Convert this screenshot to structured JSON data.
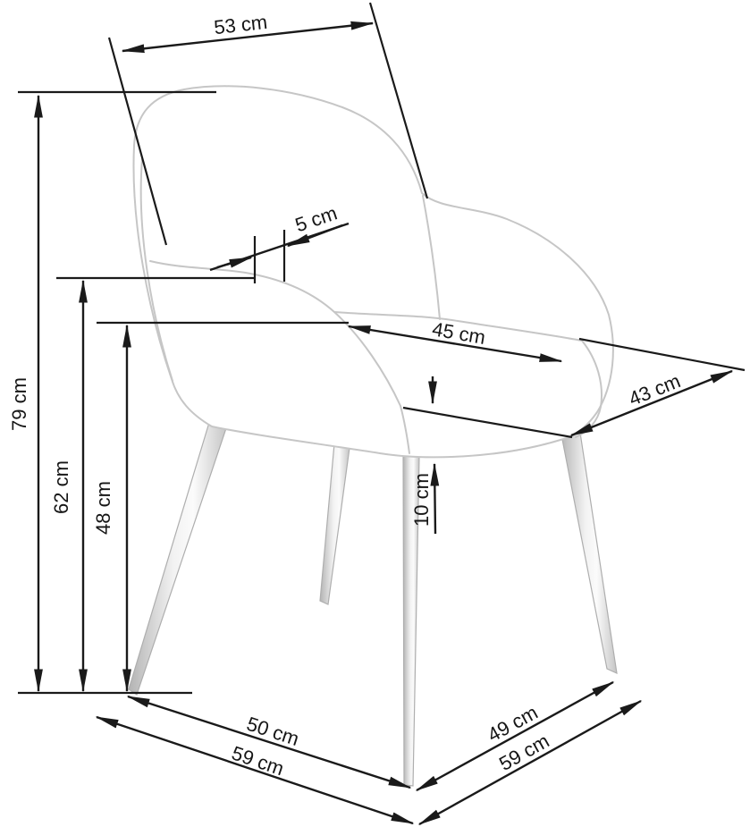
{
  "diagram": {
    "type": "furniture-dimension-drawing",
    "subject": "Upholstered tub armchair on four tapered legs, three-quarter perspective line drawing with measurements",
    "unit": "cm",
    "colors": {
      "background": "#ffffff",
      "dimension_lines": "#1a1a1a",
      "chair_outline": "#c6c6c6"
    },
    "dimensions": {
      "backrest_width": {
        "label": "53 cm",
        "value": 53
      },
      "armrest_top_depth": {
        "label": "5 cm",
        "value": 5
      },
      "seat_width": {
        "label": "45 cm",
        "value": 45
      },
      "seat_depth": {
        "label": "43 cm",
        "value": 43
      },
      "overall_height": {
        "label": "79 cm",
        "value": 79
      },
      "armrest_height": {
        "label": "62 cm",
        "value": 62
      },
      "seat_height": {
        "label": "48 cm",
        "value": 48
      },
      "cushion_thickness": {
        "label": "10 cm",
        "value": 10
      },
      "front_leg_spacing": {
        "label": "50 cm",
        "value": 50
      },
      "overall_width": {
        "label": "59 cm",
        "value": 59
      },
      "side_leg_spacing": {
        "label": "49 cm",
        "value": 49
      },
      "overall_depth": {
        "label": "59 cm",
        "value": 59
      }
    }
  }
}
